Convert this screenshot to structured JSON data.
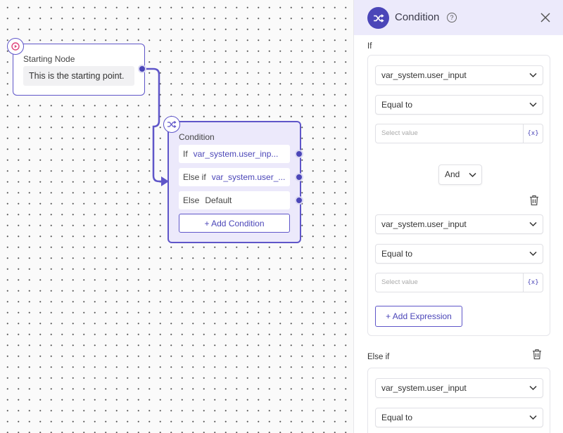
{
  "canvas": {
    "start_node": {
      "title": "Starting Node",
      "text": "This is the starting point."
    },
    "condition_node": {
      "title": "Condition",
      "rows": [
        {
          "keyword": "If",
          "value": "var_system.user_inp..."
        },
        {
          "keyword": "Else if",
          "value": "var_system.user_..."
        },
        {
          "keyword": "Else",
          "value": "Default"
        }
      ],
      "add_button": "+ Add Condition"
    }
  },
  "panel": {
    "title": "Condition",
    "help_icon_label": "?",
    "if_section": {
      "label": "If",
      "expressions": [
        {
          "variable": "var_system.user_input",
          "operator": "Equal to",
          "value_placeholder": "Select value",
          "var_button": "{x}"
        },
        {
          "variable": "var_system.user_input",
          "operator": "Equal to",
          "value_placeholder": "Select value",
          "var_button": "{x}"
        }
      ],
      "joiner": "And",
      "add_expression": "+ Add Expression"
    },
    "else_if_section": {
      "label": "Else if",
      "variable": "var_system.user_input",
      "operator": "Equal to"
    }
  },
  "colors": {
    "accent": "#4b46b8",
    "node_border": "#5f56c9",
    "condition_fill": "#ece9fb",
    "header_bg": "#eceafb"
  }
}
